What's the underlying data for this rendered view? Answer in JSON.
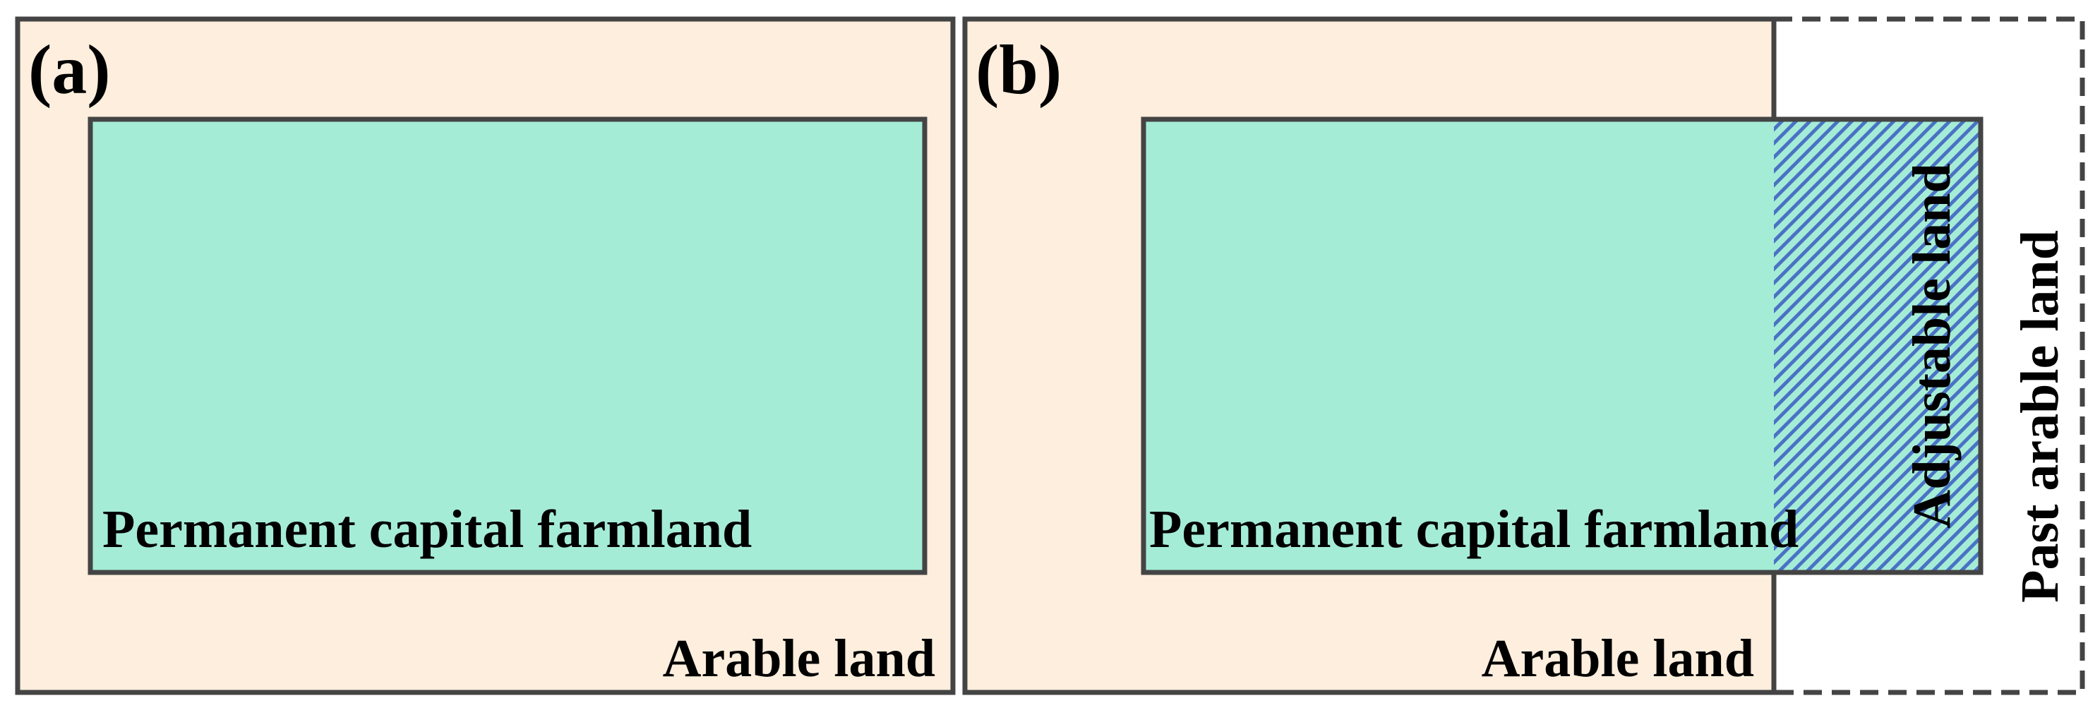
{
  "colors": {
    "arable_land_fill": "#FDEEDD",
    "farmland_fill": "#A5ECD7",
    "border": "#444444",
    "hatch_stripe": "#4A72C4"
  },
  "panel_a": {
    "label": "(a)",
    "arable_land_label": "Arable land",
    "farmland_label": "Permanent capital farmland"
  },
  "panel_b": {
    "label": "(b)",
    "arable_land_label": "Arable land",
    "farmland_label": "Permanent capital farmland",
    "adjustable_land_label": "Adjustable land",
    "past_arable_land_label": "Past arable land"
  }
}
